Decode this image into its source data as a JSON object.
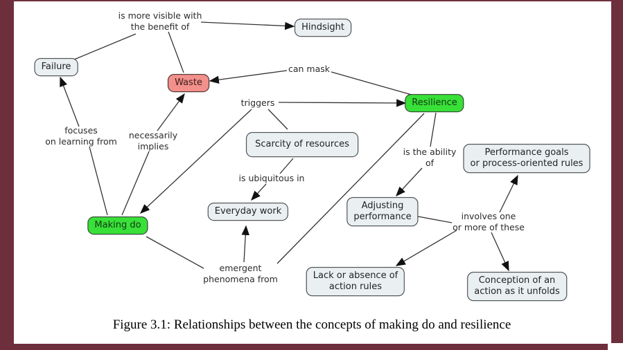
{
  "colors": {
    "frame_bar": "#6e2f3d",
    "node_light_fill": "#eaf0f2",
    "node_green_fill": "#38e038",
    "node_red_fill": "#f2908c",
    "node_border": "#3f4447",
    "edge": "#333333"
  },
  "diagram": {
    "nodes": {
      "hindsight": {
        "label": "Hindsight"
      },
      "failure": {
        "label": "Failure"
      },
      "waste": {
        "label": "Waste"
      },
      "resilience": {
        "label": "Resilience"
      },
      "scarcity": {
        "label": "Scarcity of resources"
      },
      "everyday": {
        "label": "Everyday work"
      },
      "makingdo": {
        "label": "Making do"
      },
      "perfgoals": {
        "line1": "Performance goals",
        "line2": "or process-oriented rules"
      },
      "adjusting": {
        "line1": "Adjusting",
        "line2": "performance"
      },
      "lack": {
        "line1": "Lack or absence of",
        "line2": "action rules"
      },
      "conception": {
        "line1": "Conception of an",
        "line2": "action as it unfolds"
      }
    },
    "links": {
      "visible": {
        "line1": "is more visible with",
        "line2": "the benefit of"
      },
      "can_mask": {
        "label": "can mask"
      },
      "triggers": {
        "label": "triggers"
      },
      "focuses": {
        "line1": "focuses",
        "line2": "on learning from"
      },
      "necessarily": {
        "line1": "necessarily",
        "line2": "implies"
      },
      "ubiquitous": {
        "label": "is ubiquitous in"
      },
      "ability": {
        "line1": "is the ability",
        "line2": "of"
      },
      "involves": {
        "line1": "involves one",
        "line2": "or more of these"
      },
      "emergent": {
        "line1": "emergent",
        "line2": "phenomena from"
      }
    }
  },
  "caption": "Figure 3.1: Relationships between the concepts of making do and resilience"
}
